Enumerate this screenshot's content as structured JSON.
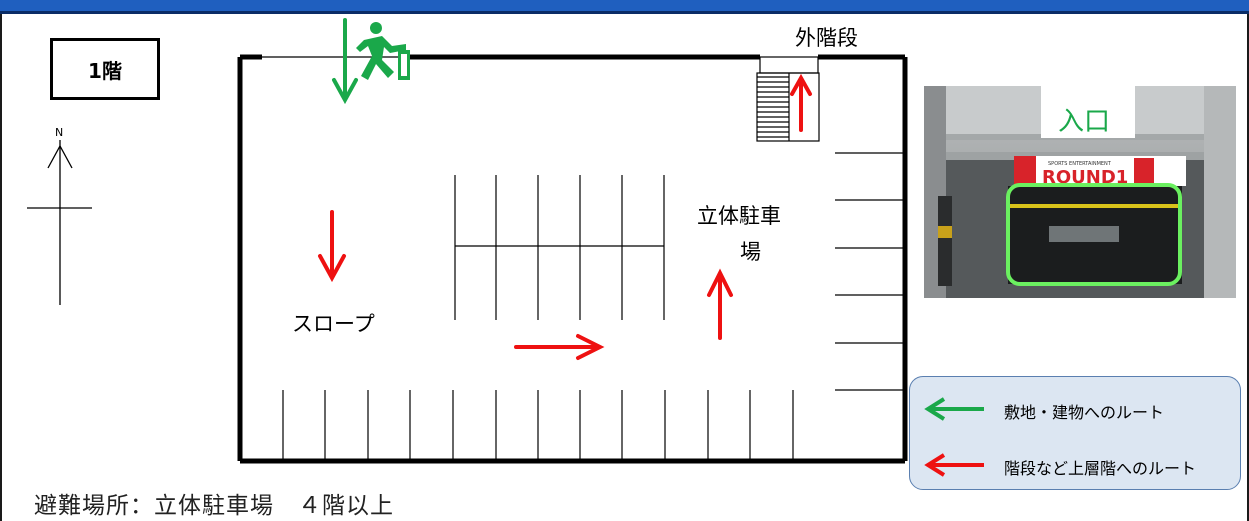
{
  "floor_label": "1階",
  "compass_label": "N",
  "stairs_label": "外階段",
  "slope_label": "スロープ",
  "parking_label_line1": "立体駐車",
  "parking_label_line2": "場",
  "photo": {
    "entrance_label": "入口",
    "sign_text": "ROUND1",
    "sign_small": "SPORTS ENTERTAINMENT"
  },
  "legend": {
    "items": [
      {
        "label": "敷地・建物へのルート",
        "color": "#1aa84a"
      },
      {
        "label": "階段など上層階へのルート",
        "color": "#ee1111"
      }
    ]
  },
  "caption": "避難場所：立体駐車場　４階以上",
  "colors": {
    "route_green": "#1aa84a",
    "route_red": "#ee1111",
    "header_blue": "#1f5fbf"
  }
}
